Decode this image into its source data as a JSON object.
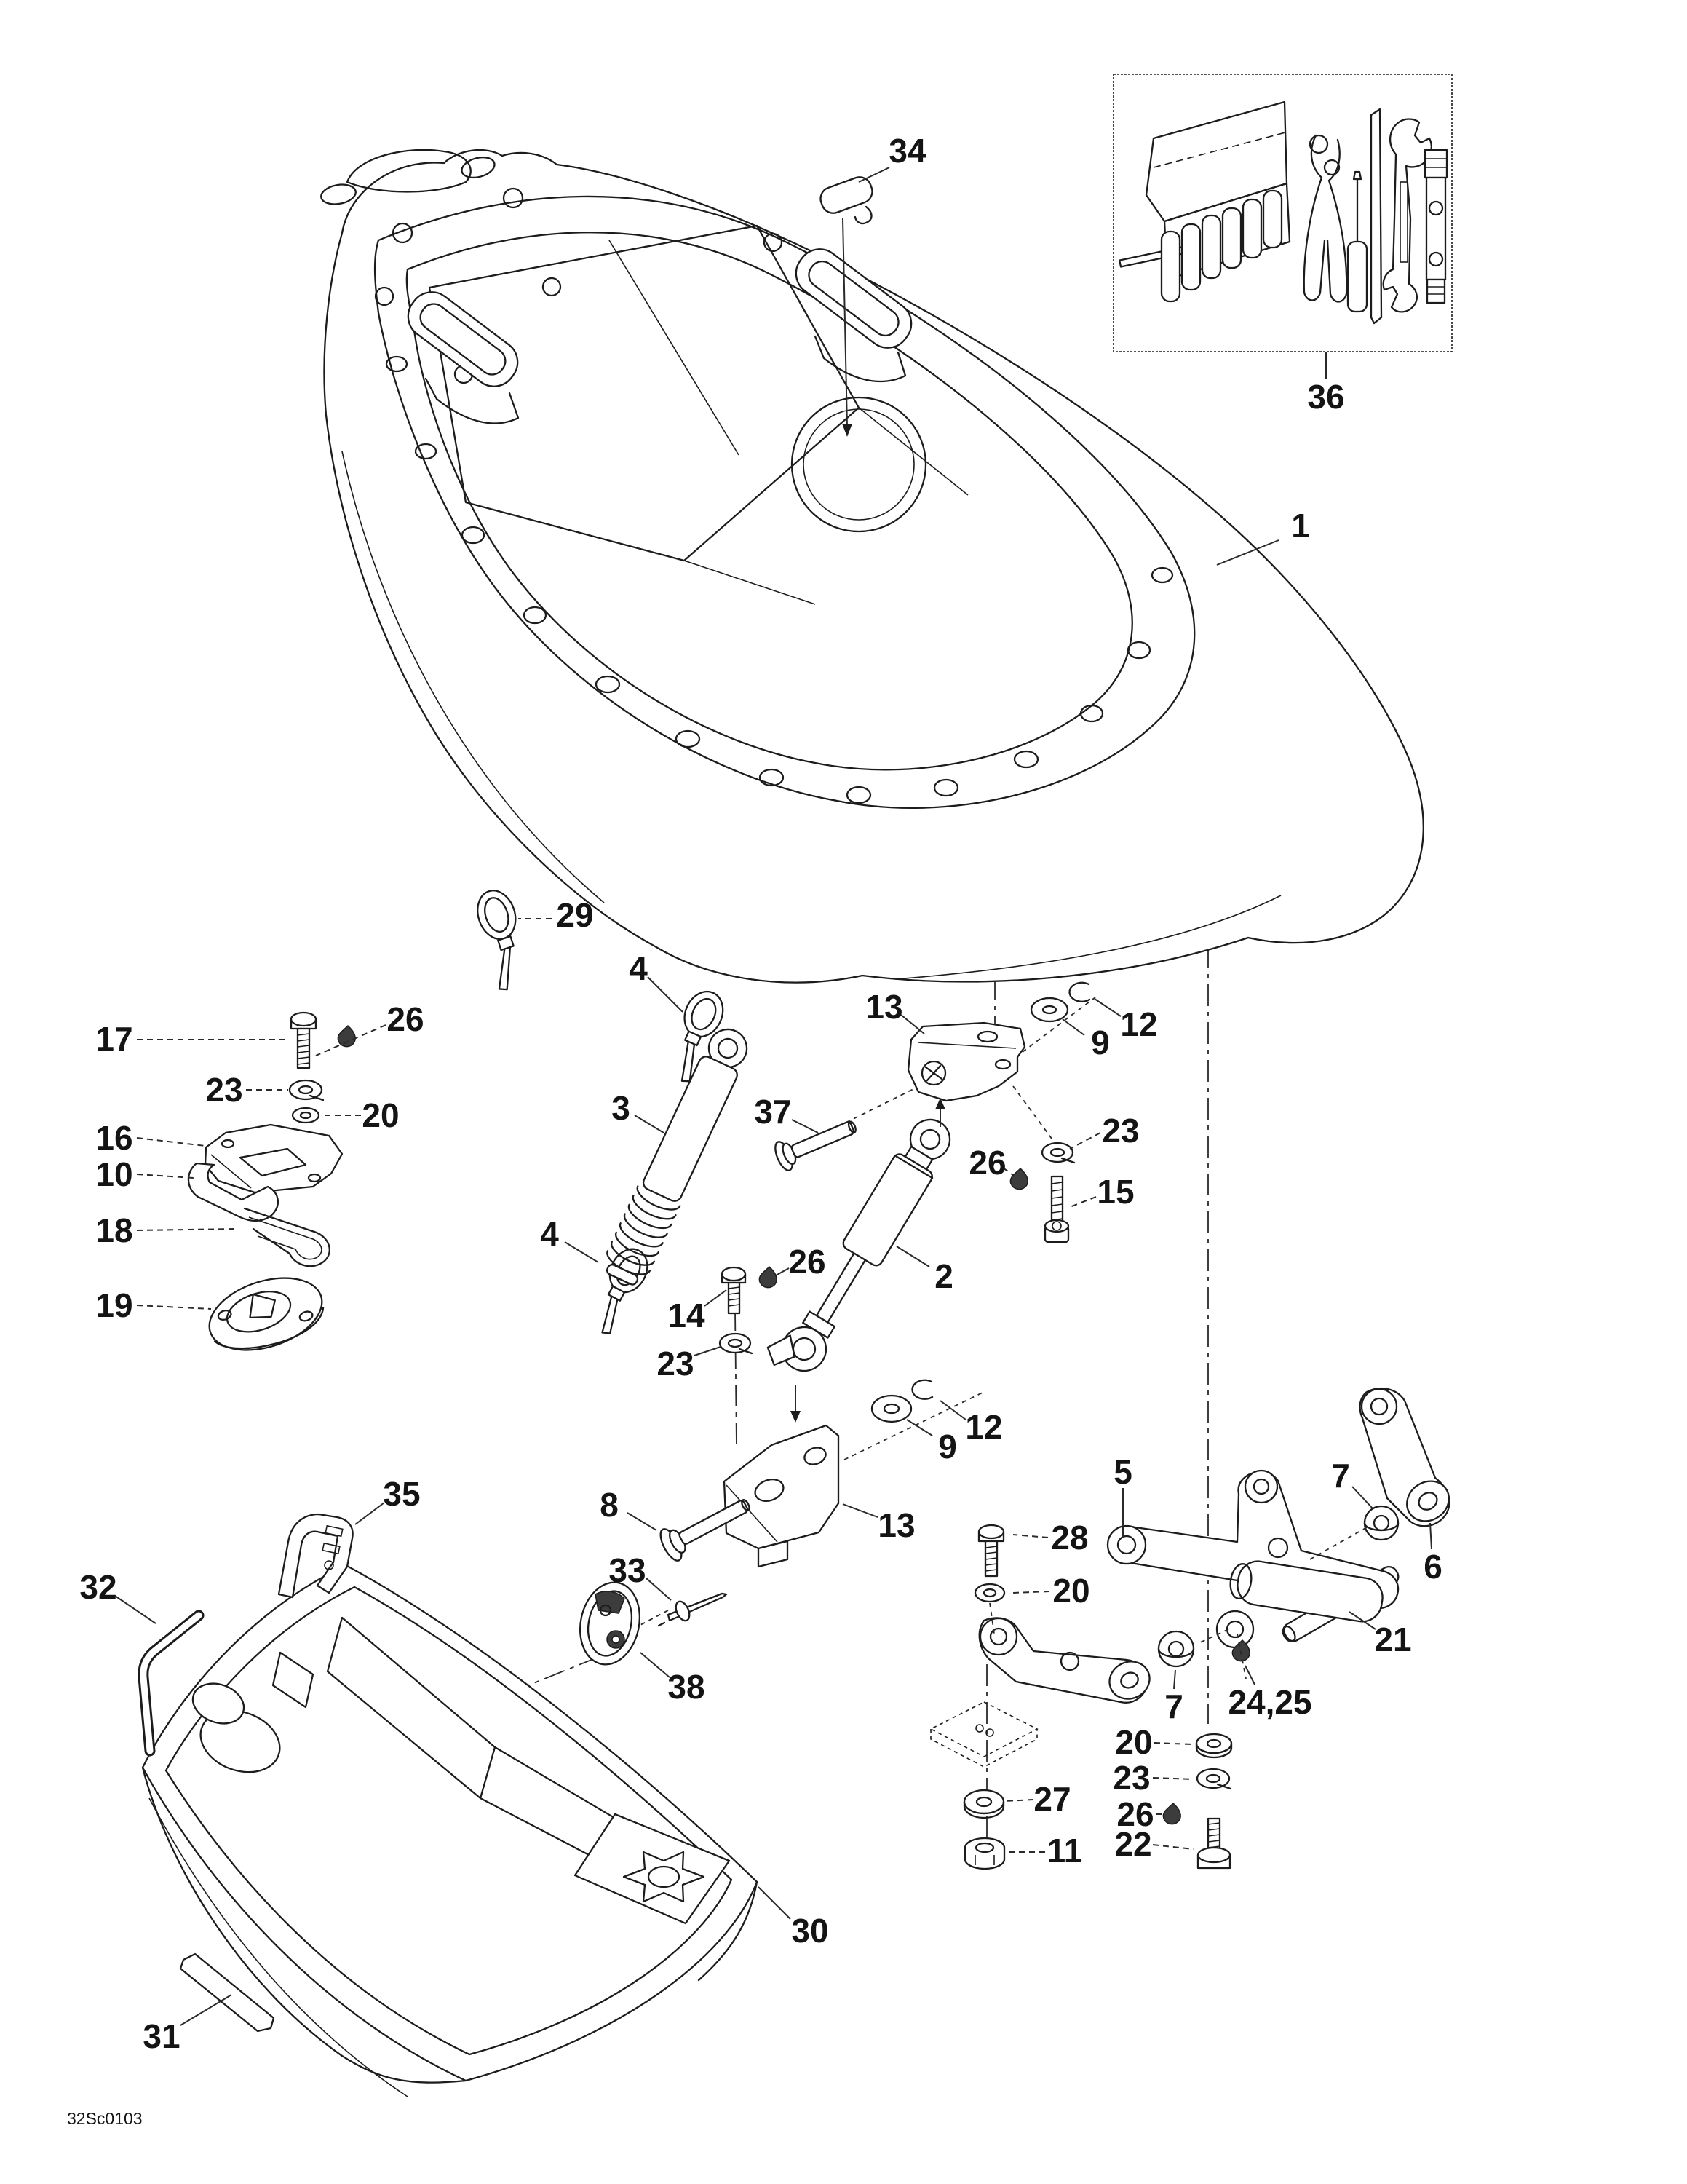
{
  "diagram": {
    "code": "32Sc0103",
    "callouts": [
      {
        "id": "hood",
        "label": "1"
      },
      {
        "id": "hood-clip",
        "label": "34"
      },
      {
        "id": "tool-kit",
        "label": "36"
      },
      {
        "id": "tie-wrap-a",
        "label": "29"
      },
      {
        "id": "tie-wrap-upper",
        "label": "4"
      },
      {
        "id": "gas-spring",
        "label": "3"
      },
      {
        "id": "pivot-bolt",
        "label": "37"
      },
      {
        "id": "bracket-upper",
        "label": "13"
      },
      {
        "id": "washer-upper",
        "label": "9"
      },
      {
        "id": "clip-upper",
        "label": "12"
      },
      {
        "id": "lockwasher-upper-right",
        "label": "23"
      },
      {
        "id": "wellnut-upper-right",
        "label": "26"
      },
      {
        "id": "socket-bolt",
        "label": "15"
      },
      {
        "id": "shock",
        "label": "2"
      },
      {
        "id": "bolt-left",
        "label": "17"
      },
      {
        "id": "wellnut-left",
        "label": "26"
      },
      {
        "id": "lockwasher-left",
        "label": "23"
      },
      {
        "id": "washer-left",
        "label": "20"
      },
      {
        "id": "latch-plate",
        "label": "16"
      },
      {
        "id": "latch-hook",
        "label": "10"
      },
      {
        "id": "hairpin",
        "label": "18"
      },
      {
        "id": "latch-base",
        "label": "19"
      },
      {
        "id": "tie-wrap-lower",
        "label": "4"
      },
      {
        "id": "bolt-mid",
        "label": "14"
      },
      {
        "id": "wellnut-mid",
        "label": "26"
      },
      {
        "id": "lockwasher-mid",
        "label": "23"
      },
      {
        "id": "washer-lower",
        "label": "9"
      },
      {
        "id": "clip-lower",
        "label": "12"
      },
      {
        "id": "shoulder-bolt",
        "label": "8"
      },
      {
        "id": "bracket-lower",
        "label": "13"
      },
      {
        "id": "pin",
        "label": "33"
      },
      {
        "id": "anchor-plate",
        "label": "38"
      },
      {
        "id": "clamp",
        "label": "35"
      },
      {
        "id": "hose",
        "label": "32"
      },
      {
        "id": "storage-bin",
        "label": "30"
      },
      {
        "id": "strip",
        "label": "31"
      },
      {
        "id": "lever",
        "label": "5"
      },
      {
        "id": "bushing-upper",
        "label": "7"
      },
      {
        "id": "arm-upper",
        "label": "6"
      },
      {
        "id": "bolt-lever",
        "label": "28"
      },
      {
        "id": "washer-lever",
        "label": "20"
      },
      {
        "id": "pivot-pin",
        "label": "21"
      },
      {
        "id": "nut-pair",
        "label": "24,25"
      },
      {
        "id": "bushing-lower",
        "label": "7"
      },
      {
        "id": "washer-stack",
        "label": "20"
      },
      {
        "id": "lockwasher-stack",
        "label": "23"
      },
      {
        "id": "wellnut-stack",
        "label": "26"
      },
      {
        "id": "hex-bolt-stack",
        "label": "22"
      },
      {
        "id": "big-washer",
        "label": "27"
      },
      {
        "id": "hex-nut",
        "label": "11"
      }
    ]
  }
}
